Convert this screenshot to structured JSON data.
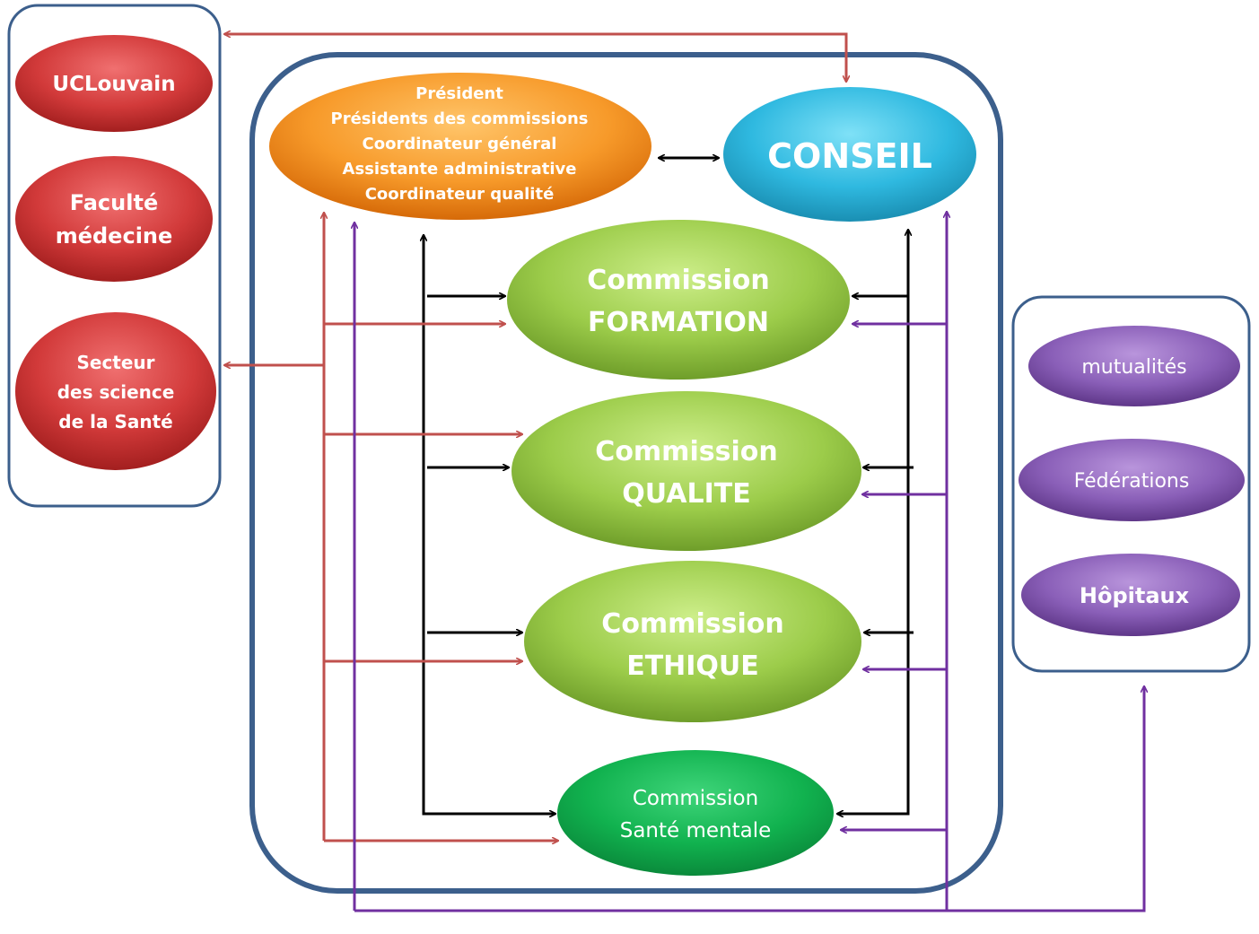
{
  "nodes": {
    "left_group": {
      "uclouvain": "UCLouvain",
      "faculte_line1": "Faculté",
      "faculte_line2": "médecine",
      "secteur_line1": "Secteur",
      "secteur_line2": "des science",
      "secteur_line3": "de la Santé"
    },
    "presidency": {
      "line1": "Président",
      "line2": "Présidents des commissions",
      "line3": "Coordinateur général",
      "line4": "Assistante administrative",
      "line5": "Coordinateur qualité"
    },
    "conseil": "CONSEIL",
    "commissions": {
      "formation_line1": "Commission",
      "formation_line2": "FORMATION",
      "qualite_line1": "Commission",
      "qualite_line2": "QUALITE",
      "ethique_line1": "Commission",
      "ethique_line2": "ETHIQUE",
      "sante_line1": "Commission",
      "sante_line2": "Santé mentale"
    },
    "right_group": {
      "mutualites": "mutualités",
      "federations": "Fédérations",
      "hopitaux": "Hôpitaux"
    }
  },
  "colors": {
    "frame_blue": "#3c5f8c",
    "red_arrow": "#c0504d",
    "purple_arrow": "#7030a0",
    "black_arrow": "#000000",
    "red_node": "#c0282a",
    "orange_node": "#f07c0c",
    "cyan_node": "#26b3db",
    "green_node": "#8cc63e",
    "bright_green_node": "#10b04f",
    "purple_node": "#7a4ea6"
  }
}
